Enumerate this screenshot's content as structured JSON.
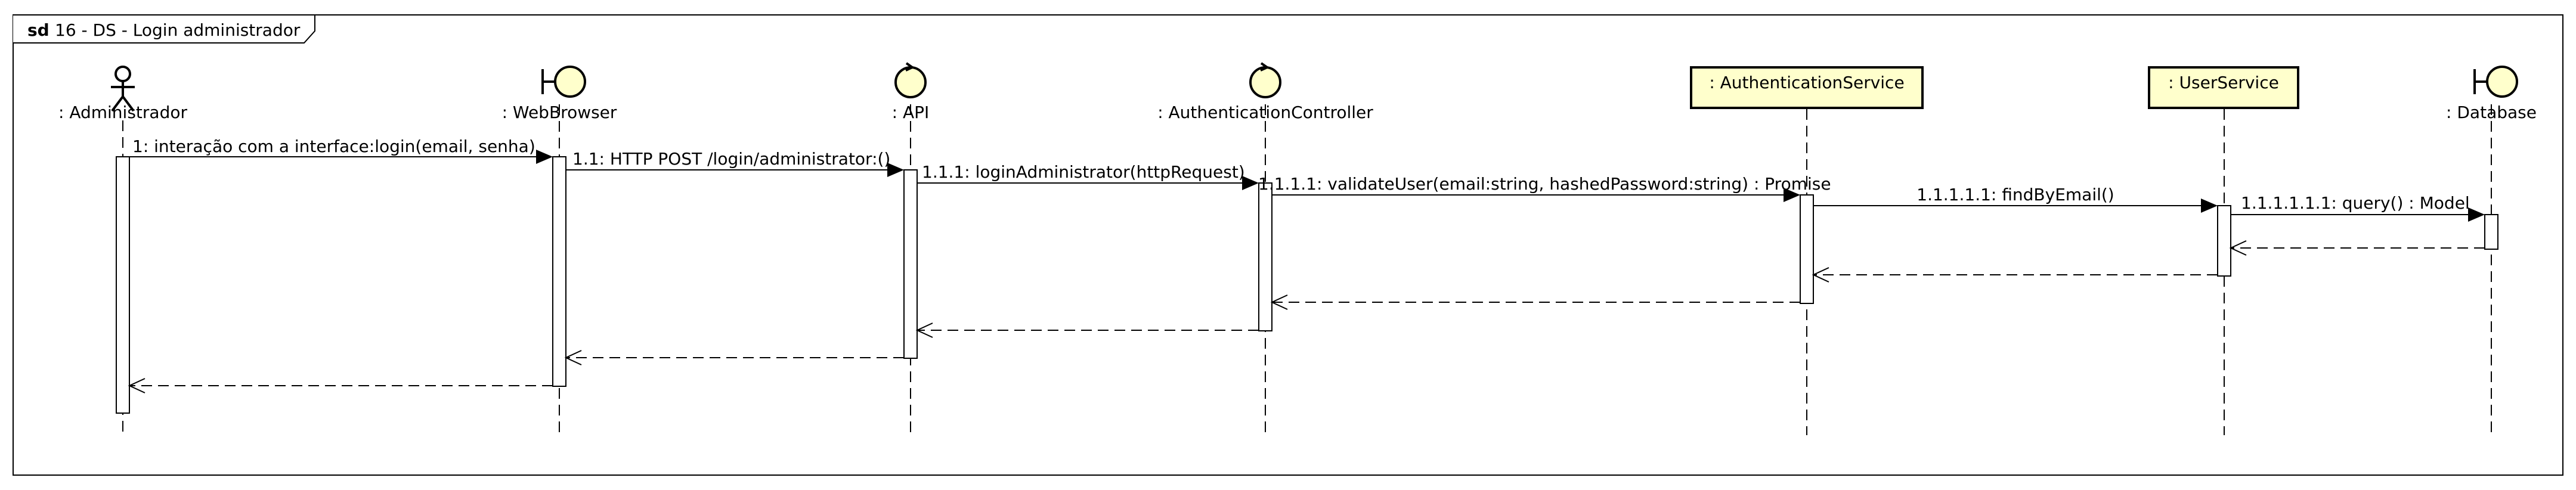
{
  "frame": {
    "keyword": "sd",
    "title": "16 - DS - Login administrador"
  },
  "participants": [
    {
      "id": "admin",
      "label": ": Administrador",
      "kind": "actor-icon"
    },
    {
      "id": "browser",
      "label": ": WebBrowser",
      "kind": "boundary-icon"
    },
    {
      "id": "api",
      "label": ": API",
      "kind": "control-icon"
    },
    {
      "id": "authctl",
      "label": ": AuthenticationController",
      "kind": "control-icon"
    },
    {
      "id": "authsvc",
      "label": ": AuthenticationService",
      "kind": "box"
    },
    {
      "id": "usersvc",
      "label": ": UserService",
      "kind": "box"
    },
    {
      "id": "db",
      "label": ": Database",
      "kind": "boundary-icon"
    }
  ],
  "messages": [
    {
      "from": "admin",
      "to": "browser",
      "label": "1: interação com a interface:login(email, senha)",
      "type": "sync"
    },
    {
      "from": "browser",
      "to": "api",
      "label": "1.1: HTTP POST /login/administrator:()",
      "type": "sync"
    },
    {
      "from": "api",
      "to": "authctl",
      "label": "1.1.1: loginAdministrator(httpRequest)",
      "type": "sync"
    },
    {
      "from": "authctl",
      "to": "authsvc",
      "label": "1.1.1.1: validateUser(email:string, hashedPassword:string) : Promise",
      "type": "sync"
    },
    {
      "from": "authsvc",
      "to": "usersvc",
      "label": "1.1.1.1.1: findByEmail()",
      "type": "sync"
    },
    {
      "from": "usersvc",
      "to": "db",
      "label": "1.1.1.1.1.1: query() : Model",
      "type": "sync"
    },
    {
      "from": "db",
      "to": "usersvc",
      "label": "",
      "type": "return"
    },
    {
      "from": "usersvc",
      "to": "authsvc",
      "label": "",
      "type": "return"
    },
    {
      "from": "authsvc",
      "to": "authctl",
      "label": "",
      "type": "return"
    },
    {
      "from": "authctl",
      "to": "api",
      "label": "",
      "type": "return"
    },
    {
      "from": "api",
      "to": "browser",
      "label": "",
      "type": "return"
    },
    {
      "from": "browser",
      "to": "admin",
      "label": "",
      "type": "return"
    }
  ],
  "colors": {
    "box_fill": "#FFFFCC",
    "stroke": "#000000",
    "background": "#FFFFFF"
  }
}
